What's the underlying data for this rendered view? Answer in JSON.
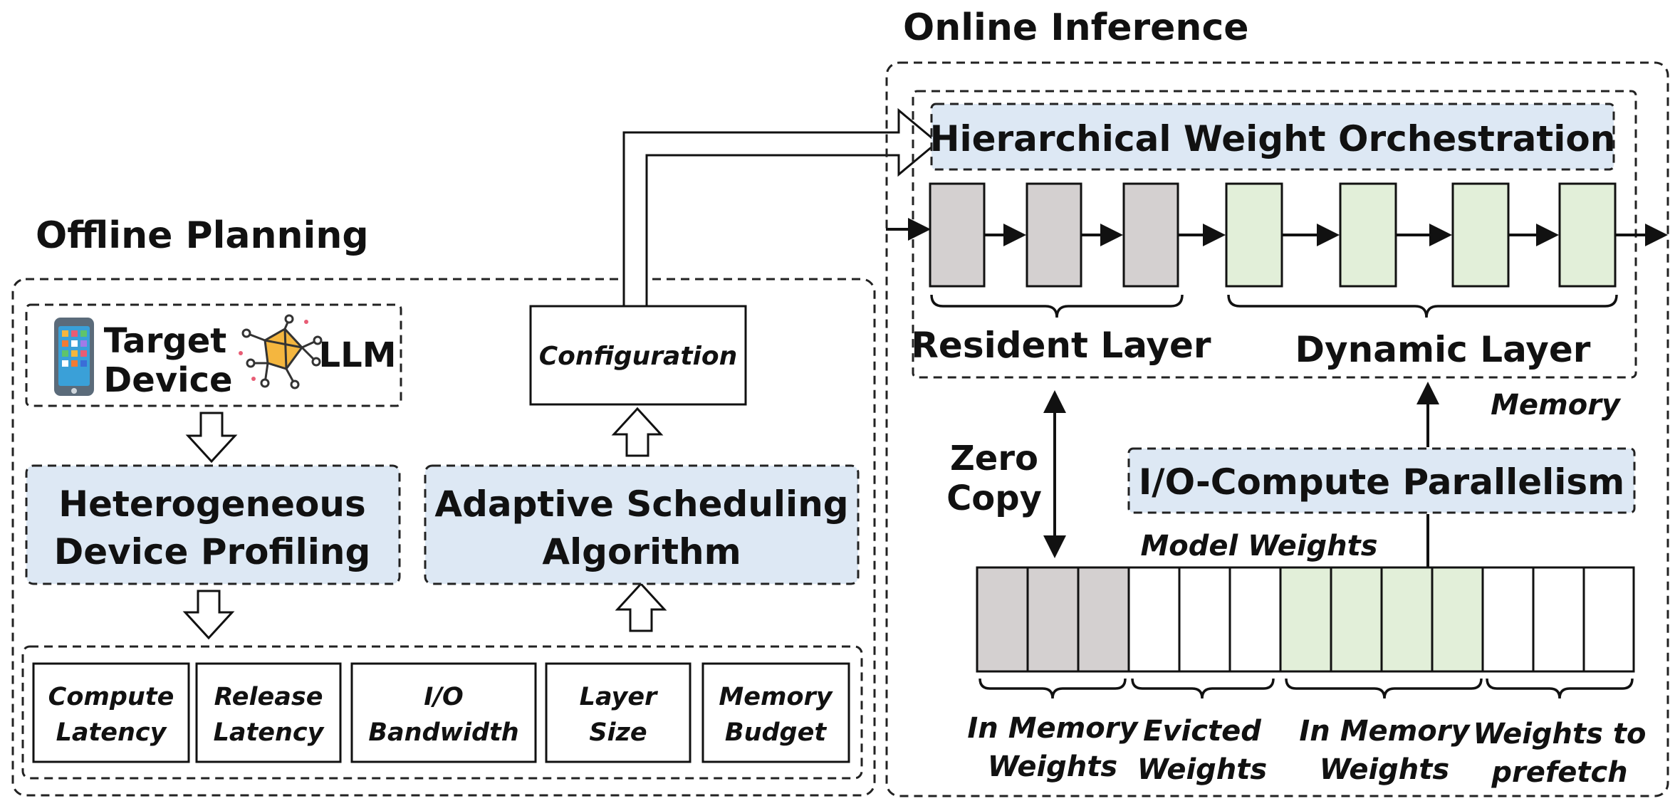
{
  "titles": {
    "offline": "Offline Planning",
    "online": "Online Inference"
  },
  "offline": {
    "target_device_line1": "Target",
    "target_device_line2": "Device",
    "llm": "LLM",
    "profiling_line1": "Heterogeneous",
    "profiling_line2": "Device Profiling",
    "scheduling_line1": "Adaptive Scheduling",
    "scheduling_line2": "Algorithm",
    "configuration": "Configuration",
    "params": [
      {
        "line1": "Compute",
        "line2": "Latency"
      },
      {
        "line1": "Release",
        "line2": "Latency"
      },
      {
        "line1": "I/O",
        "line2": "Bandwidth"
      },
      {
        "line1": "Layer",
        "line2": "Size"
      },
      {
        "line1": "Memory",
        "line2": "Budget"
      }
    ]
  },
  "online": {
    "orchestration": "Hierarchical Weight Orchestration",
    "resident_layer": "Resident Layer",
    "dynamic_layer": "Dynamic Layer",
    "memory": "Memory",
    "zero_copy_line1": "Zero",
    "zero_copy_line2": "Copy",
    "io_parallelism": "I/O-Compute Parallelism",
    "model_weights": "Model Weights",
    "weight_groups": [
      {
        "line1": "In Memory",
        "line2": "Weights"
      },
      {
        "line1": "Evicted",
        "line2": "Weights"
      },
      {
        "line1": "In Memory",
        "line2": "Weights"
      },
      {
        "line1": "Weights to",
        "line2": "prefetch"
      }
    ]
  },
  "colors": {
    "resident_gray": "#d4d0d0",
    "dynamic_green": "#e2efd9",
    "module_blue": "#dde8f4"
  }
}
